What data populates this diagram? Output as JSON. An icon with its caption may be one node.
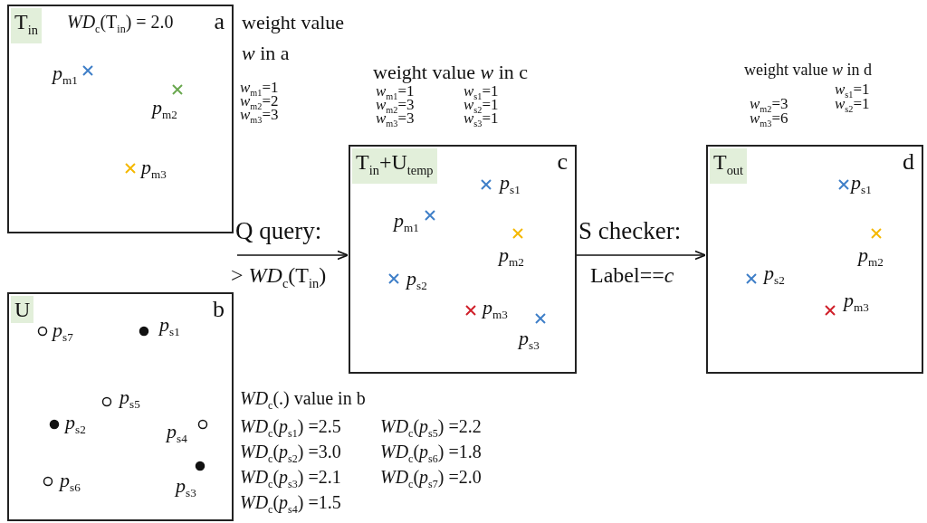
{
  "diagram": {
    "nodes": [
      {
        "text": [
          "T$_{in}$",
          "*WD*$_{c}$(T$_{in}$) = 2.0",
          "a"
        ]
      },
      {
        "text": [
          "*p*$_{m1}$"
        ],
        "in": 0
      },
      {
        "text": [
          "*p*$_{m2}$"
        ],
        "in": 0
      },
      {
        "text": [
          "*p*$_{m3}$"
        ],
        "in": 0
      },
      {
        "text": [
          "U",
          "b"
        ]
      },
      {
        "text": [
          "*p*$_{s7}$"
        ],
        "in": 4
      },
      {
        "text": [
          "*p*$_{s1}$"
        ],
        "in": 4
      },
      {
        "text": [
          "*p*$_{s5}$"
        ],
        "in": 4
      },
      {
        "text": [
          "*p*$_{s2}$"
        ],
        "in": 4
      },
      {
        "text": [
          "*p*$_{s4}$"
        ],
        "in": 4
      },
      {
        "text": [
          "*p*$_{s6}$"
        ],
        "in": 4
      },
      {
        "text": [
          "*p*$_{s3}$"
        ],
        "in": 4
      },
      {
        "text": [
          "T$_{in}$+U$_{temp}$",
          "c"
        ]
      },
      {
        "text": [
          "*p*$_{s1}$"
        ],
        "in": 12
      },
      {
        "text": [
          "*p*$_{m1}$"
        ],
        "in": 12
      },
      {
        "text": [
          "*p*$_{m2}$"
        ],
        "in": 12
      },
      {
        "text": [
          "*p*$_{s2}$"
        ],
        "in": 12
      },
      {
        "text": [
          "*p*$_{m3}$"
        ],
        "in": 12
      },
      {
        "text": [
          "*p*$_{s3}$"
        ],
        "in": 12
      },
      {
        "text": [
          "T$_{out}$",
          "d"
        ]
      },
      {
        "text": [
          "*p*$_{s1}$"
        ],
        "in": 19
      },
      {
        "text": [
          "*p*$_{m2}$"
        ],
        "in": 19
      },
      {
        "text": [
          "*p*$_{s2}$"
        ],
        "in": 19
      },
      {
        "text": [
          "*p*$_{m3}$"
        ],
        "in": 19
      }
    ],
    "edges": [
      {
        "from": null,
        "to": 12,
        "arrow": "to",
        "label": "Q query:"
      },
      {
        "from": 12,
        "to": 19,
        "arrow": "to",
        "label": "S checker:"
      }
    ],
    "labels": [
      "weight value *w* in a",
      "*w*$_{m1}$=1",
      "*w*$_{m2}$=2",
      "*w*$_{m3}$=3",
      "weight value *w* in c",
      "*w*$_{m1}$=1",
      "*w*$_{s1}$=1",
      "*w*$_{m2}$=3",
      "*w*$_{s2}$=1",
      "*w*$_{m3}$=3",
      "*w*$_{s3}$=1",
      "weight value *w* in d",
      "*w*$_{s1}$=1",
      "*w*$_{m2}$=3",
      "*w*$_{s2}$=1",
      "*w*$_{m3}$=6",
      "> *WD*$_{c}$(T$_{in}$)",
      "Label==*c*",
      "*WD*$_{c}$(.) value in b",
      "*WD*$_{c}$(*p*$_{s1}$) =2.5",
      "*WD*$_{c}$(*p*$_{s5}$) =2.2",
      "*WD*$_{c}$(*p*$_{s2}$) =3.0",
      "*WD*$_{c}$(*p*$_{s6}$) =1.8",
      "*WD*$_{c}$(*p*$_{s3}$) =2.1",
      "*WD*$_{c}$(*p*$_{s7}$) =2.0",
      "*WD*$_{c}$(*p*$_{s4}$) =1.5"
    ]
  }
}
